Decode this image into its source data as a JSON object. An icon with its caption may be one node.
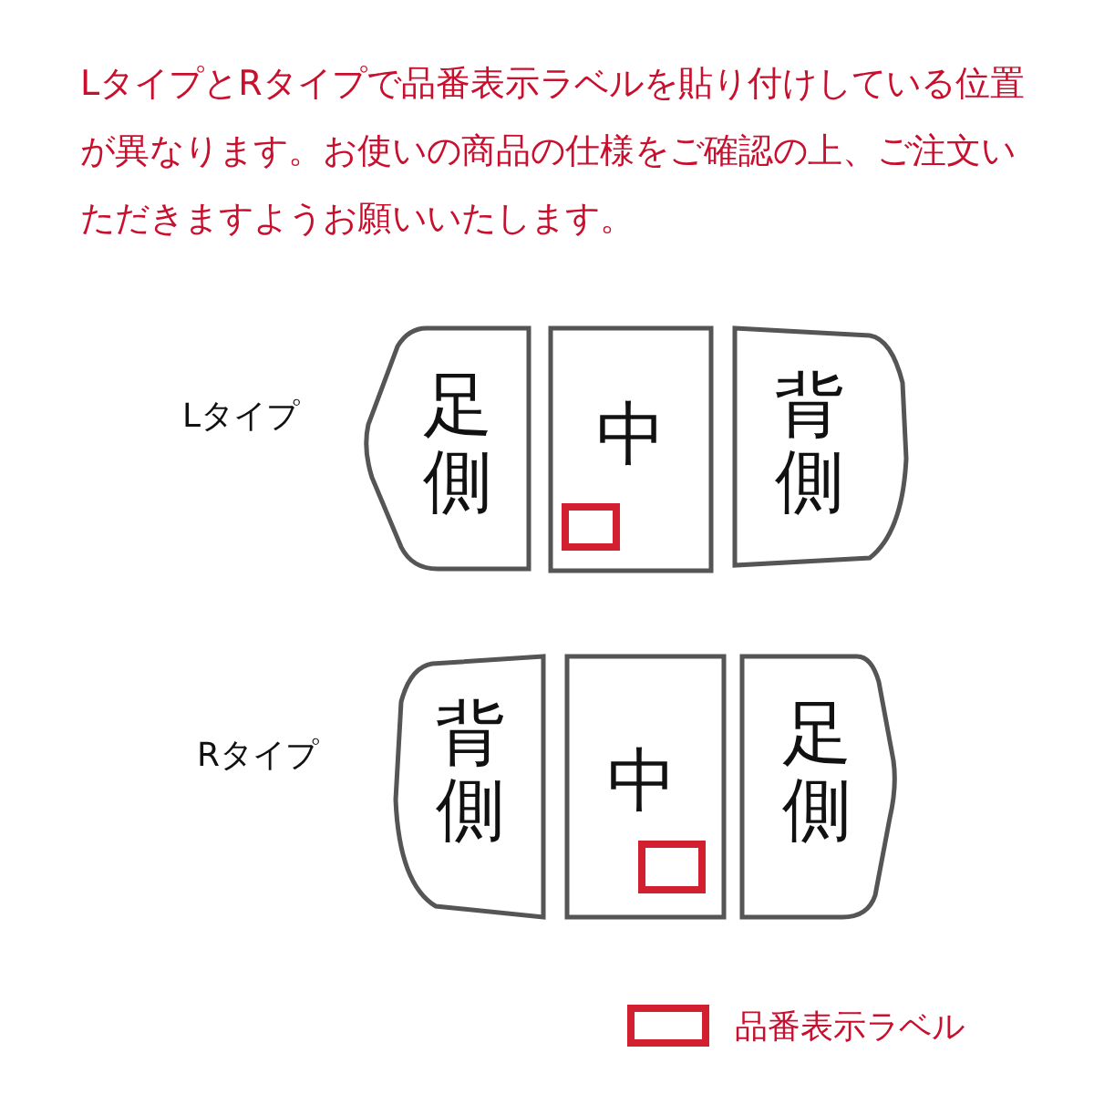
{
  "diagram": {
    "title": "LタイプとRタイプで品番表示ラベルを貼り付けしている位置が異なります。お使いの商品の仕様をご確認の上、ご注文いただきますようお願いいたします。",
    "nodes": [
      {
        "text": [
          "足側"
        ]
      },
      {
        "text": [
          "中"
        ]
      },
      {
        "text": [
          "背側"
        ]
      },
      {
        "text": [
          "背側"
        ]
      },
      {
        "text": [
          "中"
        ]
      },
      {
        "text": [
          "足側"
        ]
      }
    ],
    "labels": [
      "Lタイプ",
      "Rタイプ"
    ],
    "legend": [
      {
        "text": "品番表示ラベル",
        "color": "#d32030"
      }
    ]
  }
}
